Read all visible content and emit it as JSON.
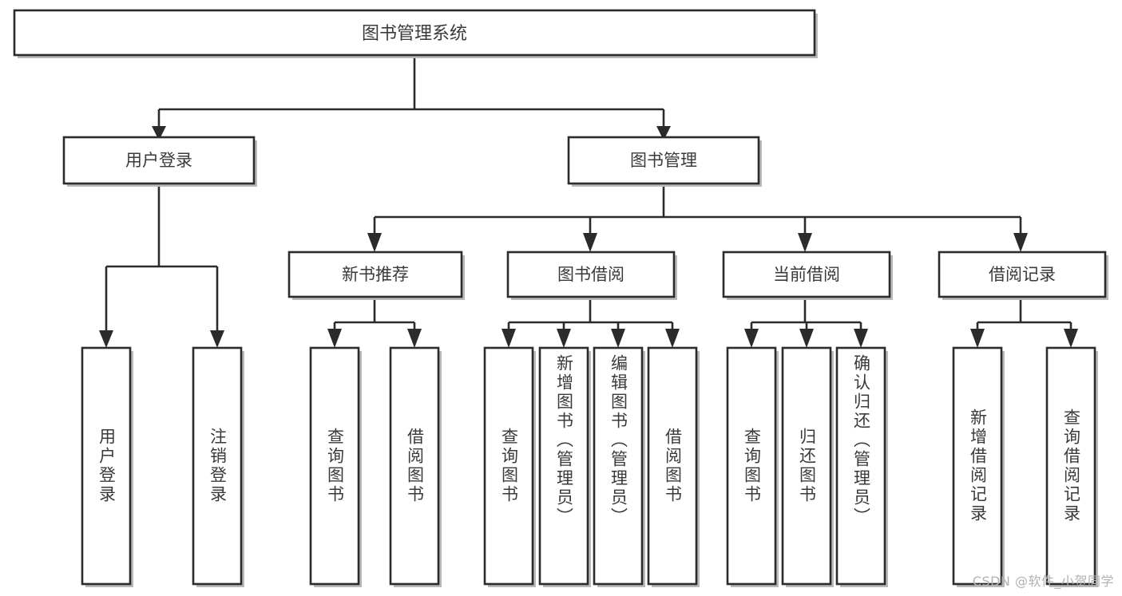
{
  "diagram": {
    "type": "tree-hierarchy",
    "title": "图书管理系统",
    "orientation": "top-down",
    "root": {
      "id": "root",
      "label": "图书管理系统"
    },
    "level2": [
      {
        "id": "user-login",
        "label": "用户登录"
      },
      {
        "id": "book-manage",
        "label": "图书管理"
      }
    ],
    "level3": [
      {
        "id": "new-book-rec",
        "label": "新书推荐",
        "parent": "book-manage"
      },
      {
        "id": "book-borrow",
        "label": "图书借阅",
        "parent": "book-manage"
      },
      {
        "id": "current-borrow",
        "label": "当前借阅",
        "parent": "book-manage"
      },
      {
        "id": "borrow-record",
        "label": "借阅记录",
        "parent": "book-manage"
      }
    ],
    "leaves": [
      {
        "id": "leaf-user-login",
        "label": "用户登录",
        "parent": "user-login"
      },
      {
        "id": "leaf-logout",
        "label": "注销登录",
        "parent": "user-login"
      },
      {
        "id": "leaf-query-book-1",
        "label": "查询图书",
        "parent": "new-book-rec"
      },
      {
        "id": "leaf-borrow-book-1",
        "label": "借阅图书",
        "parent": "new-book-rec"
      },
      {
        "id": "leaf-query-book-2",
        "label": "查询图书",
        "parent": "book-borrow"
      },
      {
        "id": "leaf-add-book",
        "label": "新增图书（管理员）",
        "parent": "book-borrow"
      },
      {
        "id": "leaf-edit-book",
        "label": "编辑图书（管理员）",
        "parent": "book-borrow"
      },
      {
        "id": "leaf-borrow-book-2",
        "label": "借阅图书",
        "parent": "book-borrow"
      },
      {
        "id": "leaf-query-book-3",
        "label": "查询图书",
        "parent": "current-borrow"
      },
      {
        "id": "leaf-return-book",
        "label": "归还图书",
        "parent": "current-borrow"
      },
      {
        "id": "leaf-confirm-return",
        "label": "确认归还（管理员）",
        "parent": "current-borrow"
      },
      {
        "id": "leaf-add-record",
        "label": "新增借阅记录",
        "parent": "borrow-record"
      },
      {
        "id": "leaf-query-record",
        "label": "查询借阅记录",
        "parent": "borrow-record"
      }
    ],
    "colors": {
      "box_fill": "#ffffff",
      "box_stroke": "#2b2b2b",
      "text": "#3a3a3a",
      "background": "#ffffff",
      "watermark": "#b2b2b2"
    }
  },
  "watermark": {
    "text": "CSDN @软件_小贺同学"
  }
}
